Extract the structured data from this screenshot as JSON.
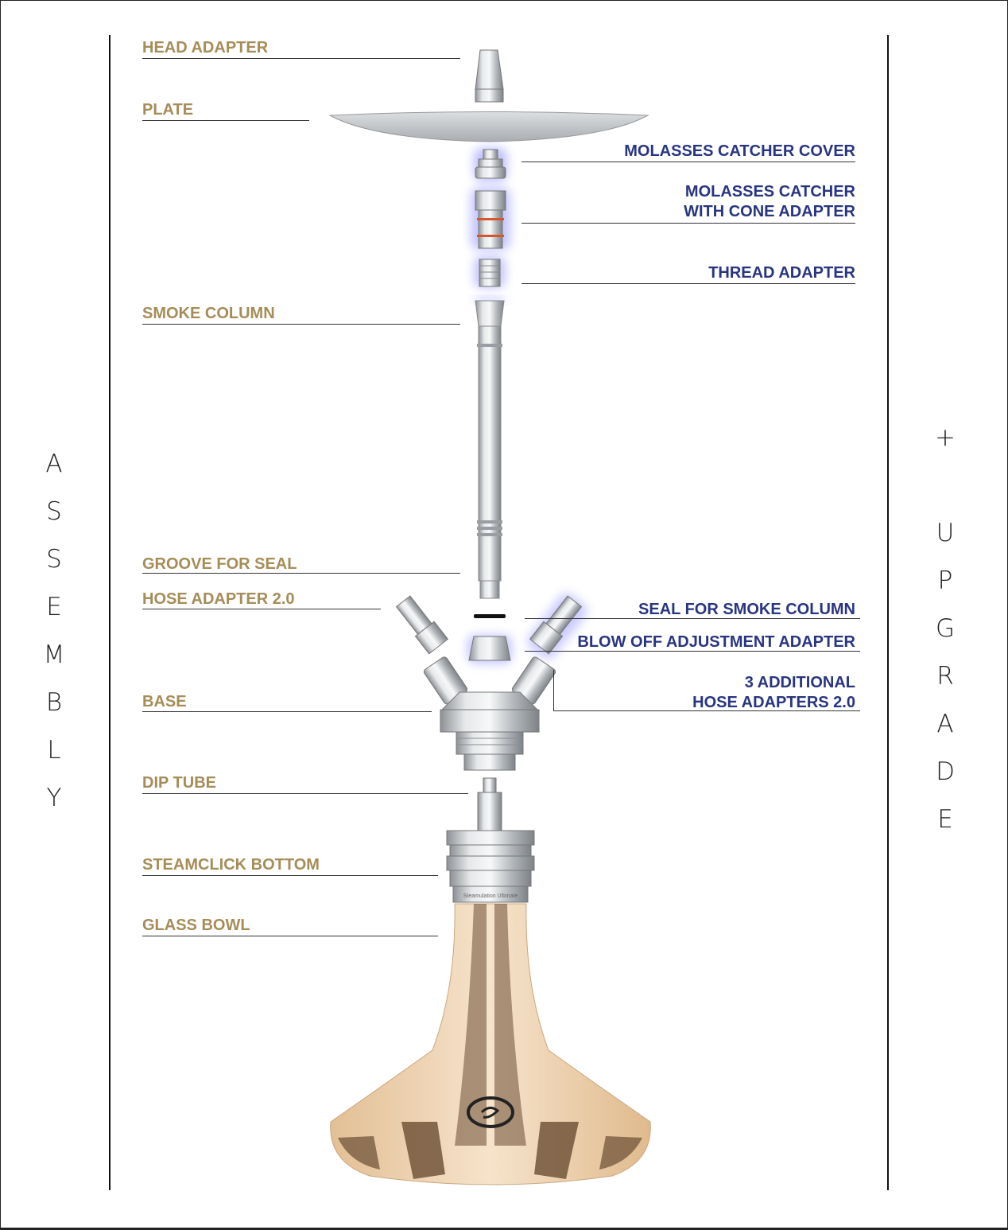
{
  "colors": {
    "assembly_label": "#a68c57",
    "upgrade_label": "#283580",
    "steel": "#c7cacd",
    "glass_amber": "#e8c397",
    "glass_dark": "#6a4d33",
    "glow": "#8c8cff"
  },
  "sidebars": {
    "assembly": [
      "A",
      "S",
      "S",
      "E",
      "M",
      "B",
      "L",
      "Y"
    ],
    "upgrade": [
      "+",
      "",
      "U",
      "P",
      "G",
      "R",
      "A",
      "D",
      "E"
    ]
  },
  "assembly_labels": {
    "head_adapter": "HEAD ADAPTER",
    "plate": "PLATE",
    "smoke_column": "SMOKE COLUMN",
    "groove_for_seal": "GROOVE FOR SEAL",
    "hose_adapter": "HOSE ADAPTER 2.0",
    "base": "BASE",
    "dip_tube": "DIP TUBE",
    "steamclick_bottom": "STEAMCLICK BOTTOM",
    "glass_bowl": "GLASS BOWL"
  },
  "upgrade_labels": {
    "molasses_catcher_cover": "MOLASSES CATCHER COVER",
    "molasses_catcher_line1": "MOLASSES CATCHER",
    "molasses_catcher_line2": "WITH CONE ADAPTER",
    "thread_adapter": "THREAD ADAPTER",
    "seal_for_smoke_column": "SEAL FOR SMOKE COLUMN",
    "blow_off_adjustment_adapter": "BLOW OFF ADJUSTMENT ADAPTER",
    "additional_hose_line1": "3 ADDITIONAL",
    "additional_hose_line2": "HOSE ADAPTERS 2.0"
  },
  "product_engraving": "Steamulation Ultimate"
}
